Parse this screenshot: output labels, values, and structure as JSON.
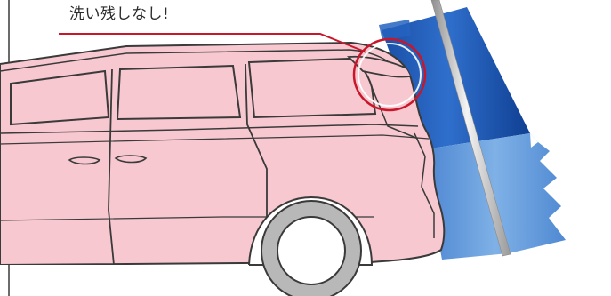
{
  "callout": {
    "text": "洗い残しなし!"
  },
  "colors": {
    "car_body": "#f7c8cf",
    "car_outline": "#3a3a3a",
    "callout_ring": "#c8162b",
    "brush_dark": "#1d5bb5",
    "brush_light": "#6ca2df",
    "pole": "#c7c7c7",
    "tire": "#b8b8b8",
    "wheel_inner": "#ffffff"
  },
  "icons": {
    "car": "minivan-side-rear",
    "brush": "rotating-wash-brush",
    "highlight": "red-circle-callout"
  }
}
